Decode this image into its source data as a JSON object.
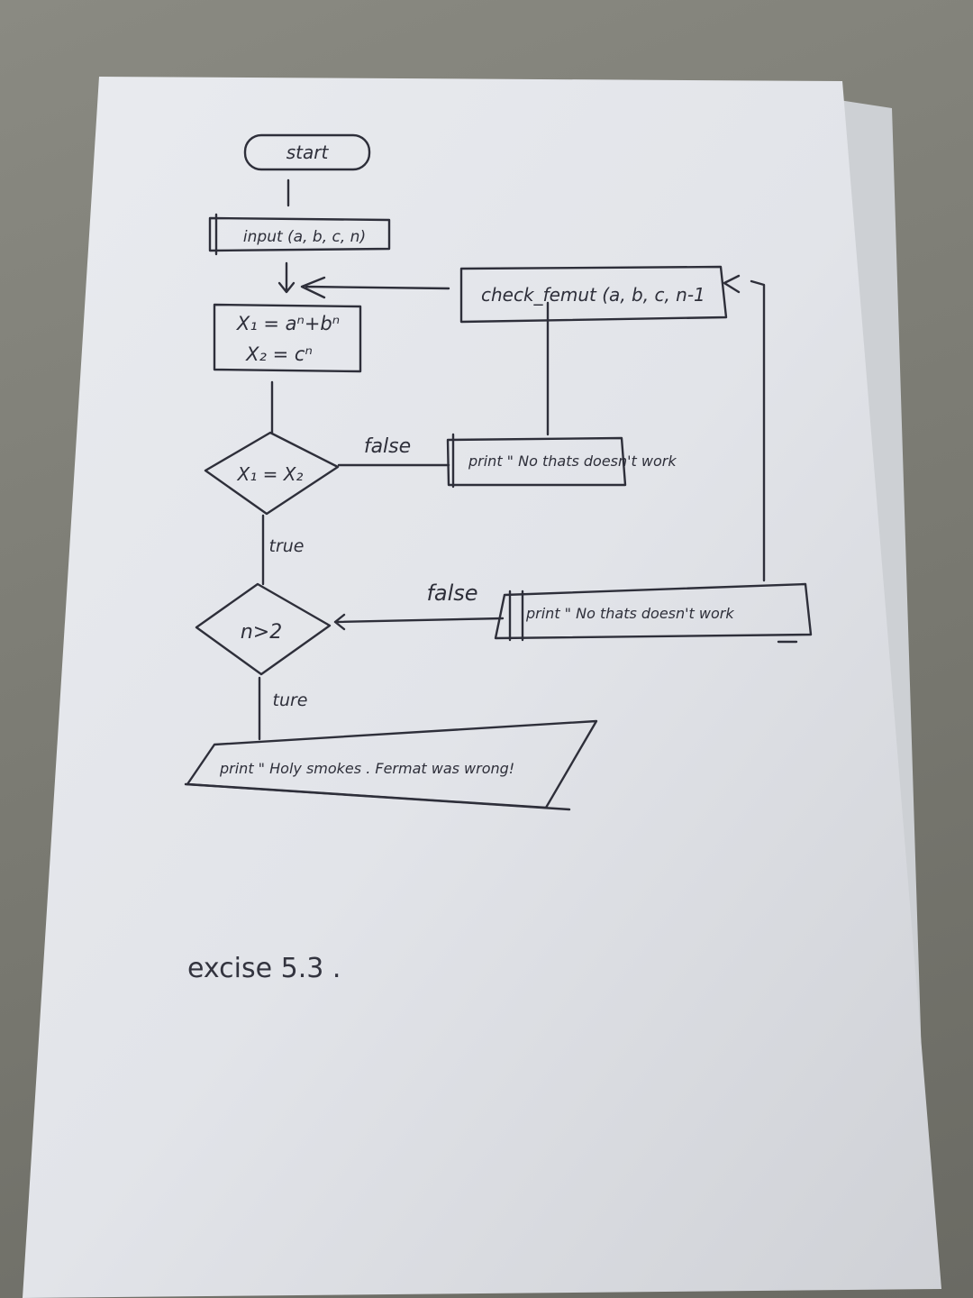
{
  "flowchart": {
    "start": "start",
    "input": "input (a, b, c, n)",
    "assign_line1": "X₁ = aⁿ+bⁿ",
    "assign_line2": "X₂ = cⁿ",
    "decision1": "X₁ = X₂",
    "decision2": "n>2",
    "check": "check_femut (a, b, c, n-1",
    "print_no1": "print \" No thats doesn't work",
    "print_no2": "print \" No thats doesn't work",
    "print_holy": "print \" Holy smokes . Fermat was wrong!",
    "label_false_1": "false",
    "label_false_2": "false",
    "label_true_1": "true",
    "label_true_2": "ture"
  },
  "caption": "excise 5.3 ."
}
